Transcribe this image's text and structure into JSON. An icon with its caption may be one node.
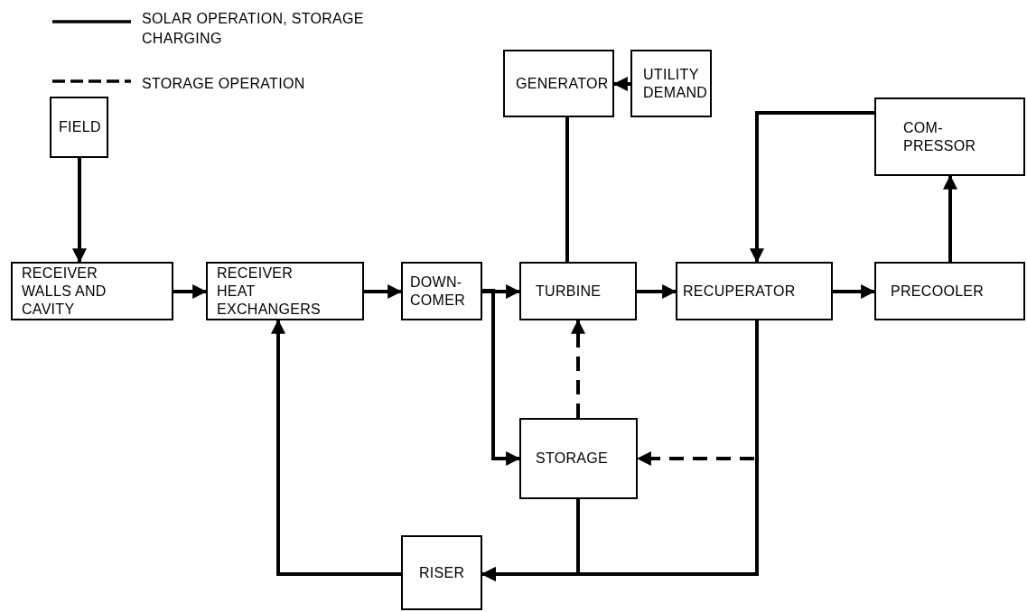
{
  "diagram": {
    "nodes": [
      {
        "text": [
          "GENERATOR"
        ]
      },
      {
        "text": [
          "UTILITY DEMAND"
        ]
      },
      {
        "text": [
          "FIELD"
        ]
      },
      {
        "text": [
          "COM- PRESSOR"
        ]
      },
      {
        "text": [
          "RECEIVER WALLS AND CAVITY"
        ]
      },
      {
        "text": [
          "RECEIVER HEAT EXCHANGERS"
        ]
      },
      {
        "text": [
          "DOWN- COMER"
        ]
      },
      {
        "text": [
          "TURBINE"
        ]
      },
      {
        "text": [
          "RECUPERATOR"
        ]
      },
      {
        "text": [
          "PRECOOLER"
        ]
      },
      {
        "text": [
          "STORAGE"
        ]
      },
      {
        "text": [
          "RISER"
        ]
      }
    ],
    "edges": [
      {
        "from": 1,
        "to": 0,
        "arrow": "to"
      },
      {
        "from": 0,
        "to": 7,
        "arrow": "none"
      },
      {
        "from": 2,
        "to": 4,
        "arrow": "to"
      },
      {
        "from": 4,
        "to": 5,
        "arrow": "to"
      },
      {
        "from": 5,
        "to": 6,
        "arrow": "to"
      },
      {
        "from": 6,
        "to": 7,
        "arrow": "to"
      },
      {
        "from": 7,
        "to": 8,
        "arrow": "to"
      },
      {
        "from": 8,
        "to": 9,
        "arrow": "to"
      },
      {
        "from": 9,
        "to": 3,
        "arrow": "to"
      },
      {
        "from": 3,
        "to": 8,
        "arrow": "to"
      },
      {
        "from": 6,
        "to": 10,
        "arrow": "to"
      },
      {
        "from": 10,
        "to": 7,
        "arrow": "to",
        "style": "dashed"
      },
      {
        "from": 8,
        "to": 10,
        "arrow": "to",
        "style": "dashed"
      },
      {
        "from": 8,
        "to": 11,
        "arrow": "to"
      },
      {
        "from": 10,
        "to": 11,
        "arrow": "to"
      },
      {
        "from": 11,
        "to": 5,
        "arrow": "to"
      }
    ],
    "legend": [
      {
        "text": "SOLAR OPERATION, STORAGE CHARGING"
      },
      {
        "text": "STORAGE OPERATION"
      }
    ]
  }
}
